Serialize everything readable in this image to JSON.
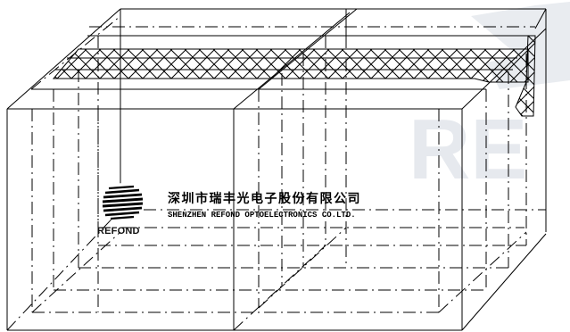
{
  "company": {
    "name_cn": "深圳市瑞丰光电子股份有限公司",
    "name_en": "SHENZHEN REFOND OPTOELECTRONICS CO.LTD."
  },
  "logo": {
    "brand": "REFOND",
    "icon": "striped-globe-icon"
  },
  "watermark": {
    "text": "RE"
  },
  "colors": {
    "line": "#000000",
    "watermark": "#e6e9ee",
    "background": "#ffffff"
  }
}
